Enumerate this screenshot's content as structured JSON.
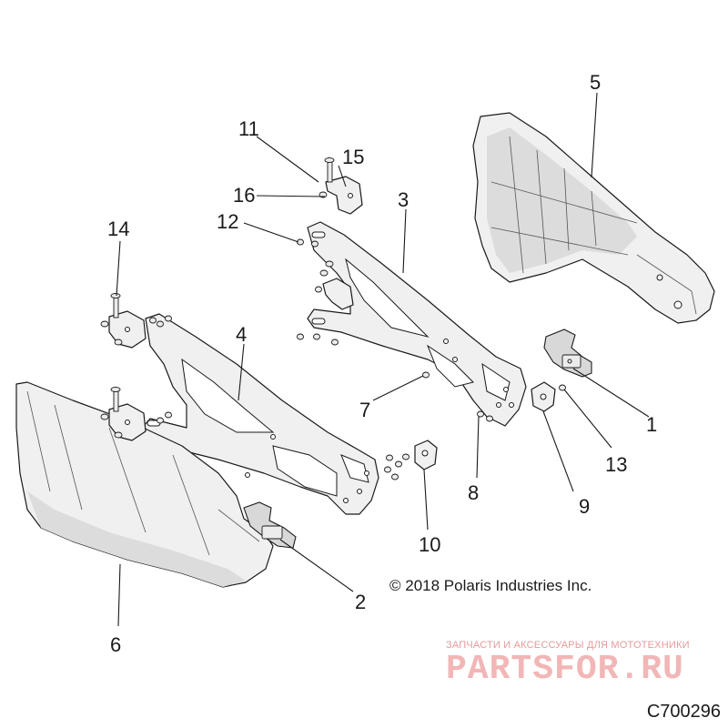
{
  "callouts": {
    "c1": "1",
    "c2": "2",
    "c3": "3",
    "c4": "4",
    "c5": "5",
    "c6": "6",
    "c7": "7",
    "c8": "8",
    "c9": "9",
    "c10": "10",
    "c11": "11",
    "c12": "12",
    "c13": "13",
    "c14": "14",
    "c15": "15",
    "c16": "16"
  },
  "copyright": "© 2018 Polaris Industries Inc.",
  "watermark": {
    "tagline": "ЗАПЧАСТИ И АКСЕССУАРЫ ДЛЯ МОТОТЕХНИКИ",
    "logo": "PARTSFOR.RU"
  },
  "diagram_code": "C700296",
  "colors": {
    "line": "#1a1a1a",
    "part_fill": "#f0f0f0",
    "watermark": "#f2b6b6"
  }
}
